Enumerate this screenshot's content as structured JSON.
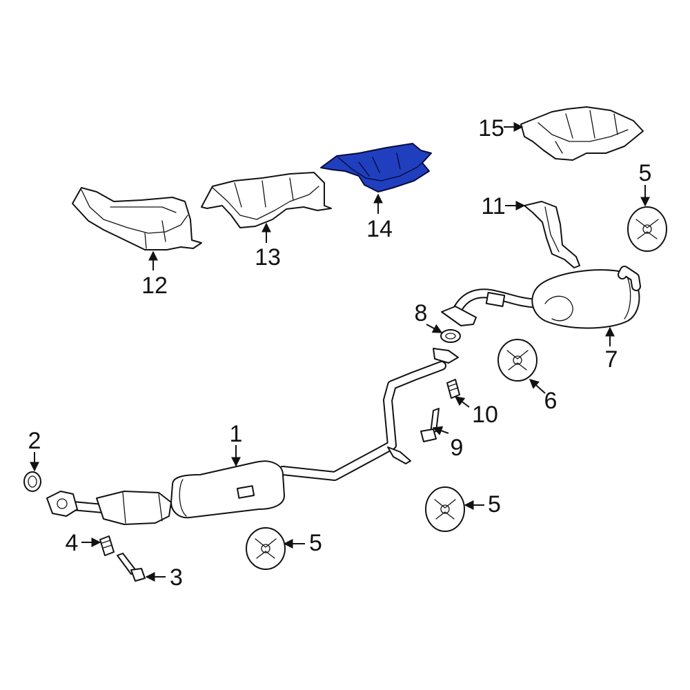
{
  "diagram": {
    "highlight_color": "#1f3fbf",
    "callouts": {
      "c1": "1",
      "c2": "2",
      "c3": "3",
      "c4": "4",
      "c5a": "5",
      "c5b": "5",
      "c5c": "5",
      "c6": "6",
      "c7": "7",
      "c8": "8",
      "c9": "9",
      "c10": "10",
      "c11": "11",
      "c12": "12",
      "c13": "13",
      "c14": "14",
      "c15": "15"
    },
    "highlighted_part": "14"
  }
}
